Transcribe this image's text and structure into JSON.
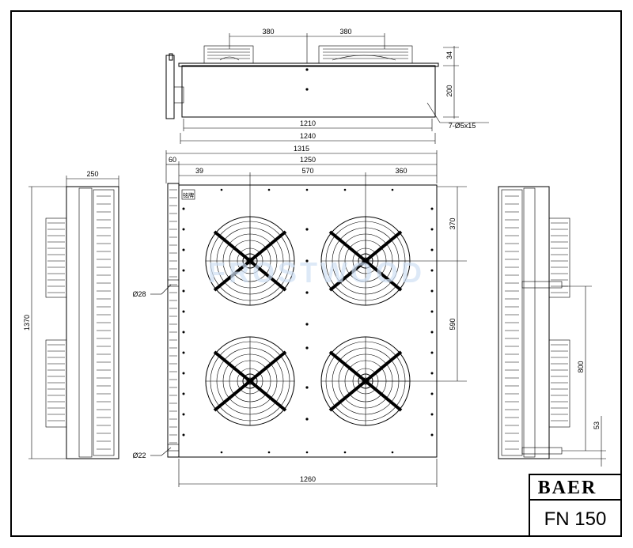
{
  "title_block": {
    "brand": "BAER",
    "model": "FN 150"
  },
  "watermark": "FROSTWOOD",
  "labels": {
    "nameplate": "铭牌",
    "inlet": "Ø28",
    "outlet": "Ø22",
    "holes": "7-Ø5x15"
  },
  "dims_top_view": {
    "fan_spacing_a": "380",
    "fan_spacing_b": "380",
    "fan_height": "34",
    "body_height": "200",
    "mount": "1210",
    "length": "1240"
  },
  "dims_front_view": {
    "overall": "1315",
    "width": "1250",
    "offset_60": "60",
    "offset_39": "39",
    "fan_pitch": "570",
    "right_margin": "360",
    "top_margin": "370",
    "fan_vpitch": "590",
    "bottom": "1260"
  },
  "dims_side_left": {
    "depth": "250",
    "height": "1370"
  },
  "dims_side_right": {
    "pipe_spacing": "800",
    "pipe_offset": "53"
  },
  "colors": {
    "line": "#000000",
    "watermark": "#cfe0f5"
  }
}
